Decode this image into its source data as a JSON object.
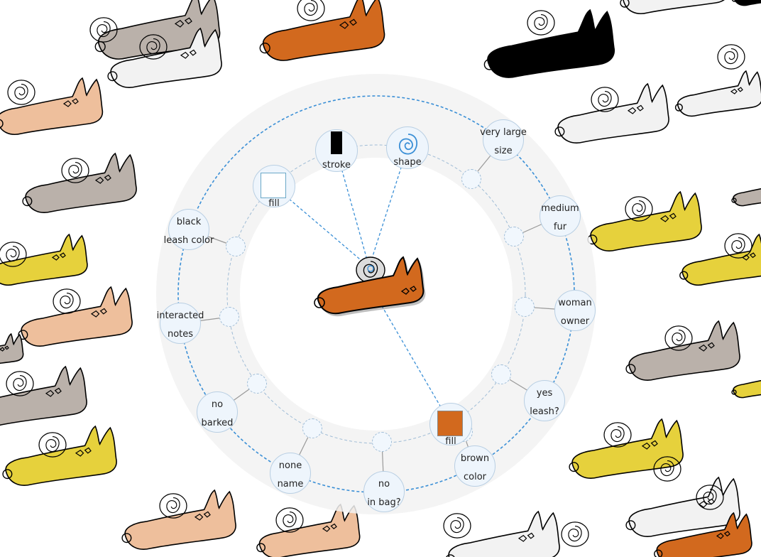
{
  "colors": {
    "accent": "#3a8fd6",
    "node_fill": "#eef5fc",
    "wheel_band": "#ededed",
    "dog_orange": "#d2691e",
    "dog_tan": "#eebf9c",
    "dog_gray": "#bab1aa",
    "dog_white": "#f2f2f2",
    "dog_yellow": "#e6d13c",
    "dog_black": "#000000"
  },
  "visual_channels": {
    "stroke": {
      "label": "stroke",
      "swatch_color": "#000000"
    },
    "shape": {
      "label": "shape",
      "icon": "spiral-icon"
    },
    "fill_outline": {
      "label": "fill",
      "swatch_color": "#ffffff"
    },
    "fill_brown": {
      "label": "fill",
      "swatch_color": "#d2691e"
    }
  },
  "attributes": [
    {
      "value": "very large",
      "name": "size"
    },
    {
      "value": "medium",
      "name": "fur"
    },
    {
      "value": "woman",
      "name": "owner"
    },
    {
      "value": "yes",
      "name": "leash?"
    },
    {
      "value": "brown",
      "name": "color"
    },
    {
      "value": "no",
      "name": "in bag?"
    },
    {
      "value": "none",
      "name": "name"
    },
    {
      "value": "no",
      "name": "barked"
    },
    {
      "value": "interacted",
      "name": "notes"
    },
    {
      "value": "black",
      "name": "leash color"
    }
  ],
  "center": {
    "icon": "dog-icon",
    "color": "#d2691e"
  },
  "background_dogs": [
    {
      "color": "#bab1aa"
    },
    {
      "color": "#d2691e"
    },
    {
      "color": "#000000"
    },
    {
      "color": "#f2f2f2"
    },
    {
      "color": "#f2f2f2"
    },
    {
      "color": "#eebf9c"
    },
    {
      "color": "#bab1aa"
    },
    {
      "color": "#f2f2f2"
    },
    {
      "color": "#e6d13c"
    },
    {
      "color": "#e6d13c"
    },
    {
      "color": "#eebf9c"
    },
    {
      "color": "#e6d13c"
    },
    {
      "color": "#bab1aa"
    },
    {
      "color": "#bab1aa"
    },
    {
      "color": "#e6d13c"
    },
    {
      "color": "#e6d13c"
    },
    {
      "color": "#eebf9c"
    },
    {
      "color": "#eebf9c"
    },
    {
      "color": "#f2f2f2"
    },
    {
      "color": "#f2f2f2"
    },
    {
      "color": "#d2691e"
    },
    {
      "color": "#bab1aa"
    },
    {
      "color": "#f2f2f2"
    },
    {
      "color": "#000000"
    },
    {
      "color": "#e6d13c"
    },
    {
      "color": "#bab1aa"
    }
  ]
}
